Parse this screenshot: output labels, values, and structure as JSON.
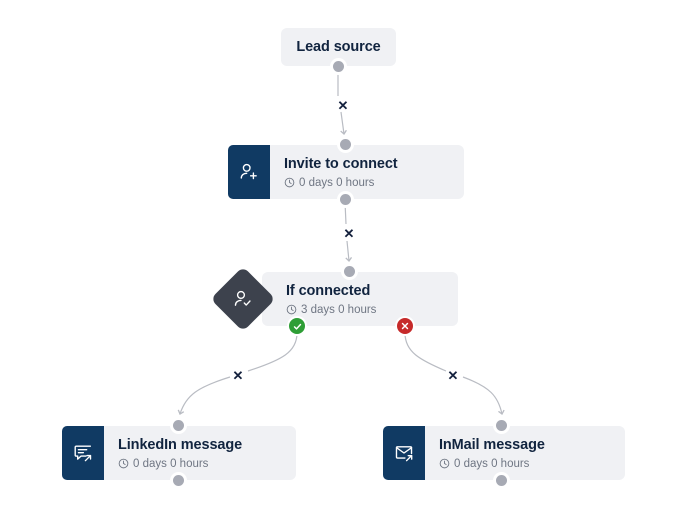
{
  "canvas": {
    "background_color": "#ffffff",
    "card_background": "#f0f1f4",
    "icon_tile_color": "#103a63",
    "decision_color": "#3d424d",
    "port_color": "#a7aab4",
    "edge_color": "#b9bcc3",
    "yes_badge_color": "#2e9e36",
    "no_badge_color": "#c62a2a"
  },
  "nodes": {
    "lead_source": {
      "title": "Lead source",
      "type": "start",
      "icon": "none"
    },
    "invite_to_connect": {
      "title": "Invite to connect",
      "delay": "0 days 0 hours",
      "icon": "person-add-icon",
      "delay_icon": "clock-icon"
    },
    "if_connected": {
      "title": "If connected",
      "delay": "3 days 0 hours",
      "icon": "person-check-icon",
      "delay_icon": "clock-icon"
    },
    "linkedin_message": {
      "title": "LinkedIn message",
      "delay": "0 days 0 hours",
      "icon": "chat-send-icon",
      "delay_icon": "clock-icon"
    },
    "inmail_message": {
      "title": "InMail message",
      "delay": "0 days 0 hours",
      "icon": "mail-send-icon",
      "delay_icon": "clock-icon"
    }
  },
  "branches": {
    "yes": {
      "icon": "check-circle-icon",
      "label": ""
    },
    "no": {
      "icon": "x-circle-icon",
      "label": ""
    }
  },
  "edges": [
    {
      "name": "lead-source-to-invite",
      "marker": "✕"
    },
    {
      "name": "invite-to-if-connected",
      "marker": "✕"
    },
    {
      "name": "yes-to-linkedin-message",
      "marker": "✕"
    },
    {
      "name": "no-to-inmail-message",
      "marker": "✕"
    }
  ]
}
